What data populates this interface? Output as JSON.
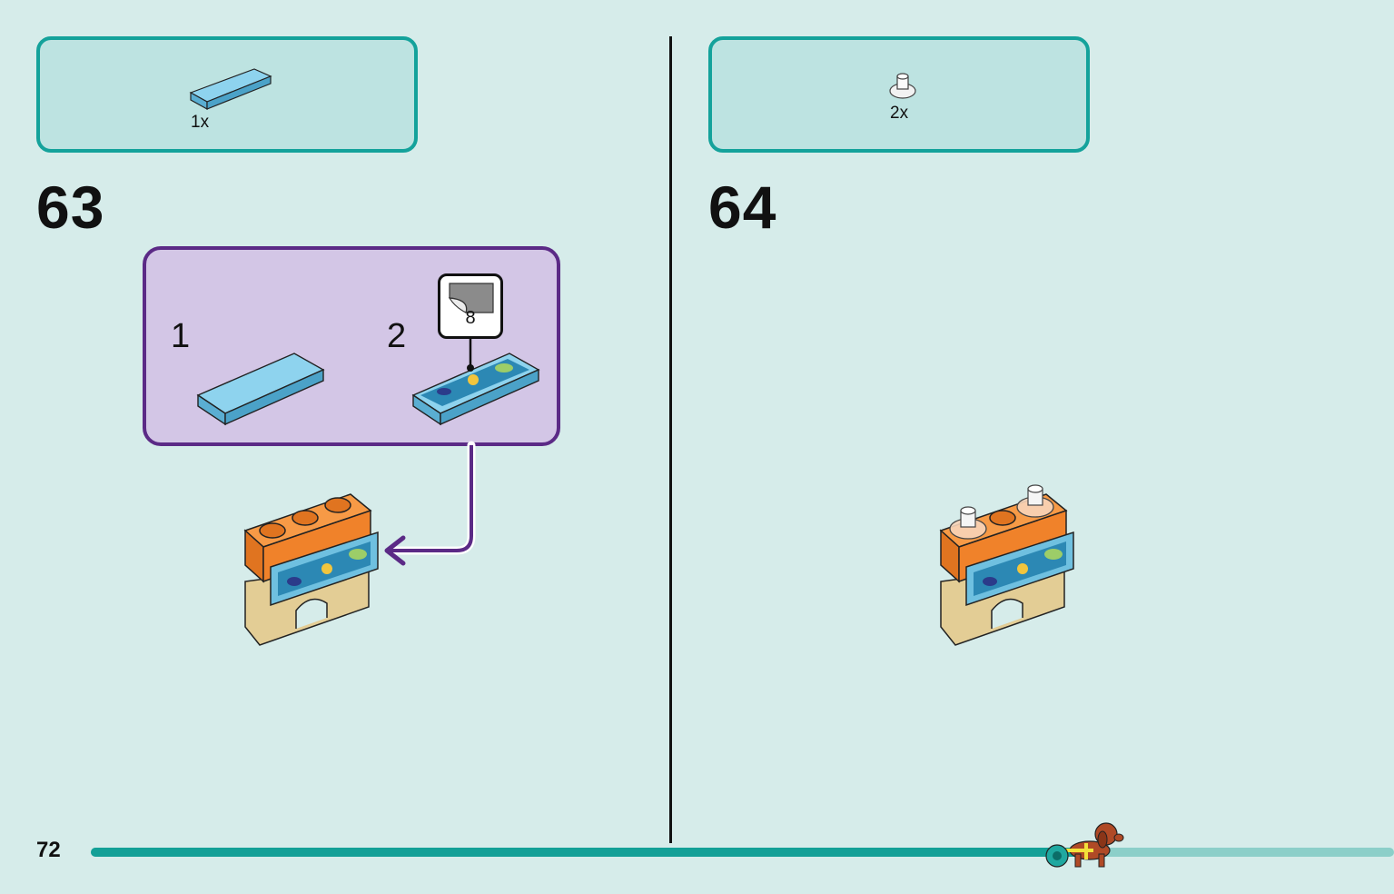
{
  "page": {
    "number": "72",
    "progress_fraction": 0.76
  },
  "steps": [
    {
      "number": "63",
      "parts": [
        {
          "name": "tile-1x4-medium-azure",
          "quantity": "1x"
        }
      ],
      "substeps": [
        {
          "number": "1"
        },
        {
          "number": "2",
          "sticker": "8"
        }
      ]
    },
    {
      "number": "64",
      "parts": [
        {
          "name": "round-transparent-piece",
          "quantity": "2x"
        }
      ]
    }
  ],
  "colors": {
    "background": "#d6ecea",
    "parts_box_border": "#14a29b",
    "parts_box_fill": "#bde3e1",
    "substep_border": "#5b2a86",
    "substep_fill": "#d3c6e6",
    "progress_fill": "#13a097",
    "progress_track": "#8ccfc9",
    "brick_orange": "#f0822a",
    "brick_tan": "#e3cd95",
    "tile_azure": "#6fc0e0"
  },
  "icons": [
    "tile-icon",
    "round-piece-icon",
    "sticker-icon",
    "callout-arrow-icon",
    "dog-mascot-icon"
  ]
}
